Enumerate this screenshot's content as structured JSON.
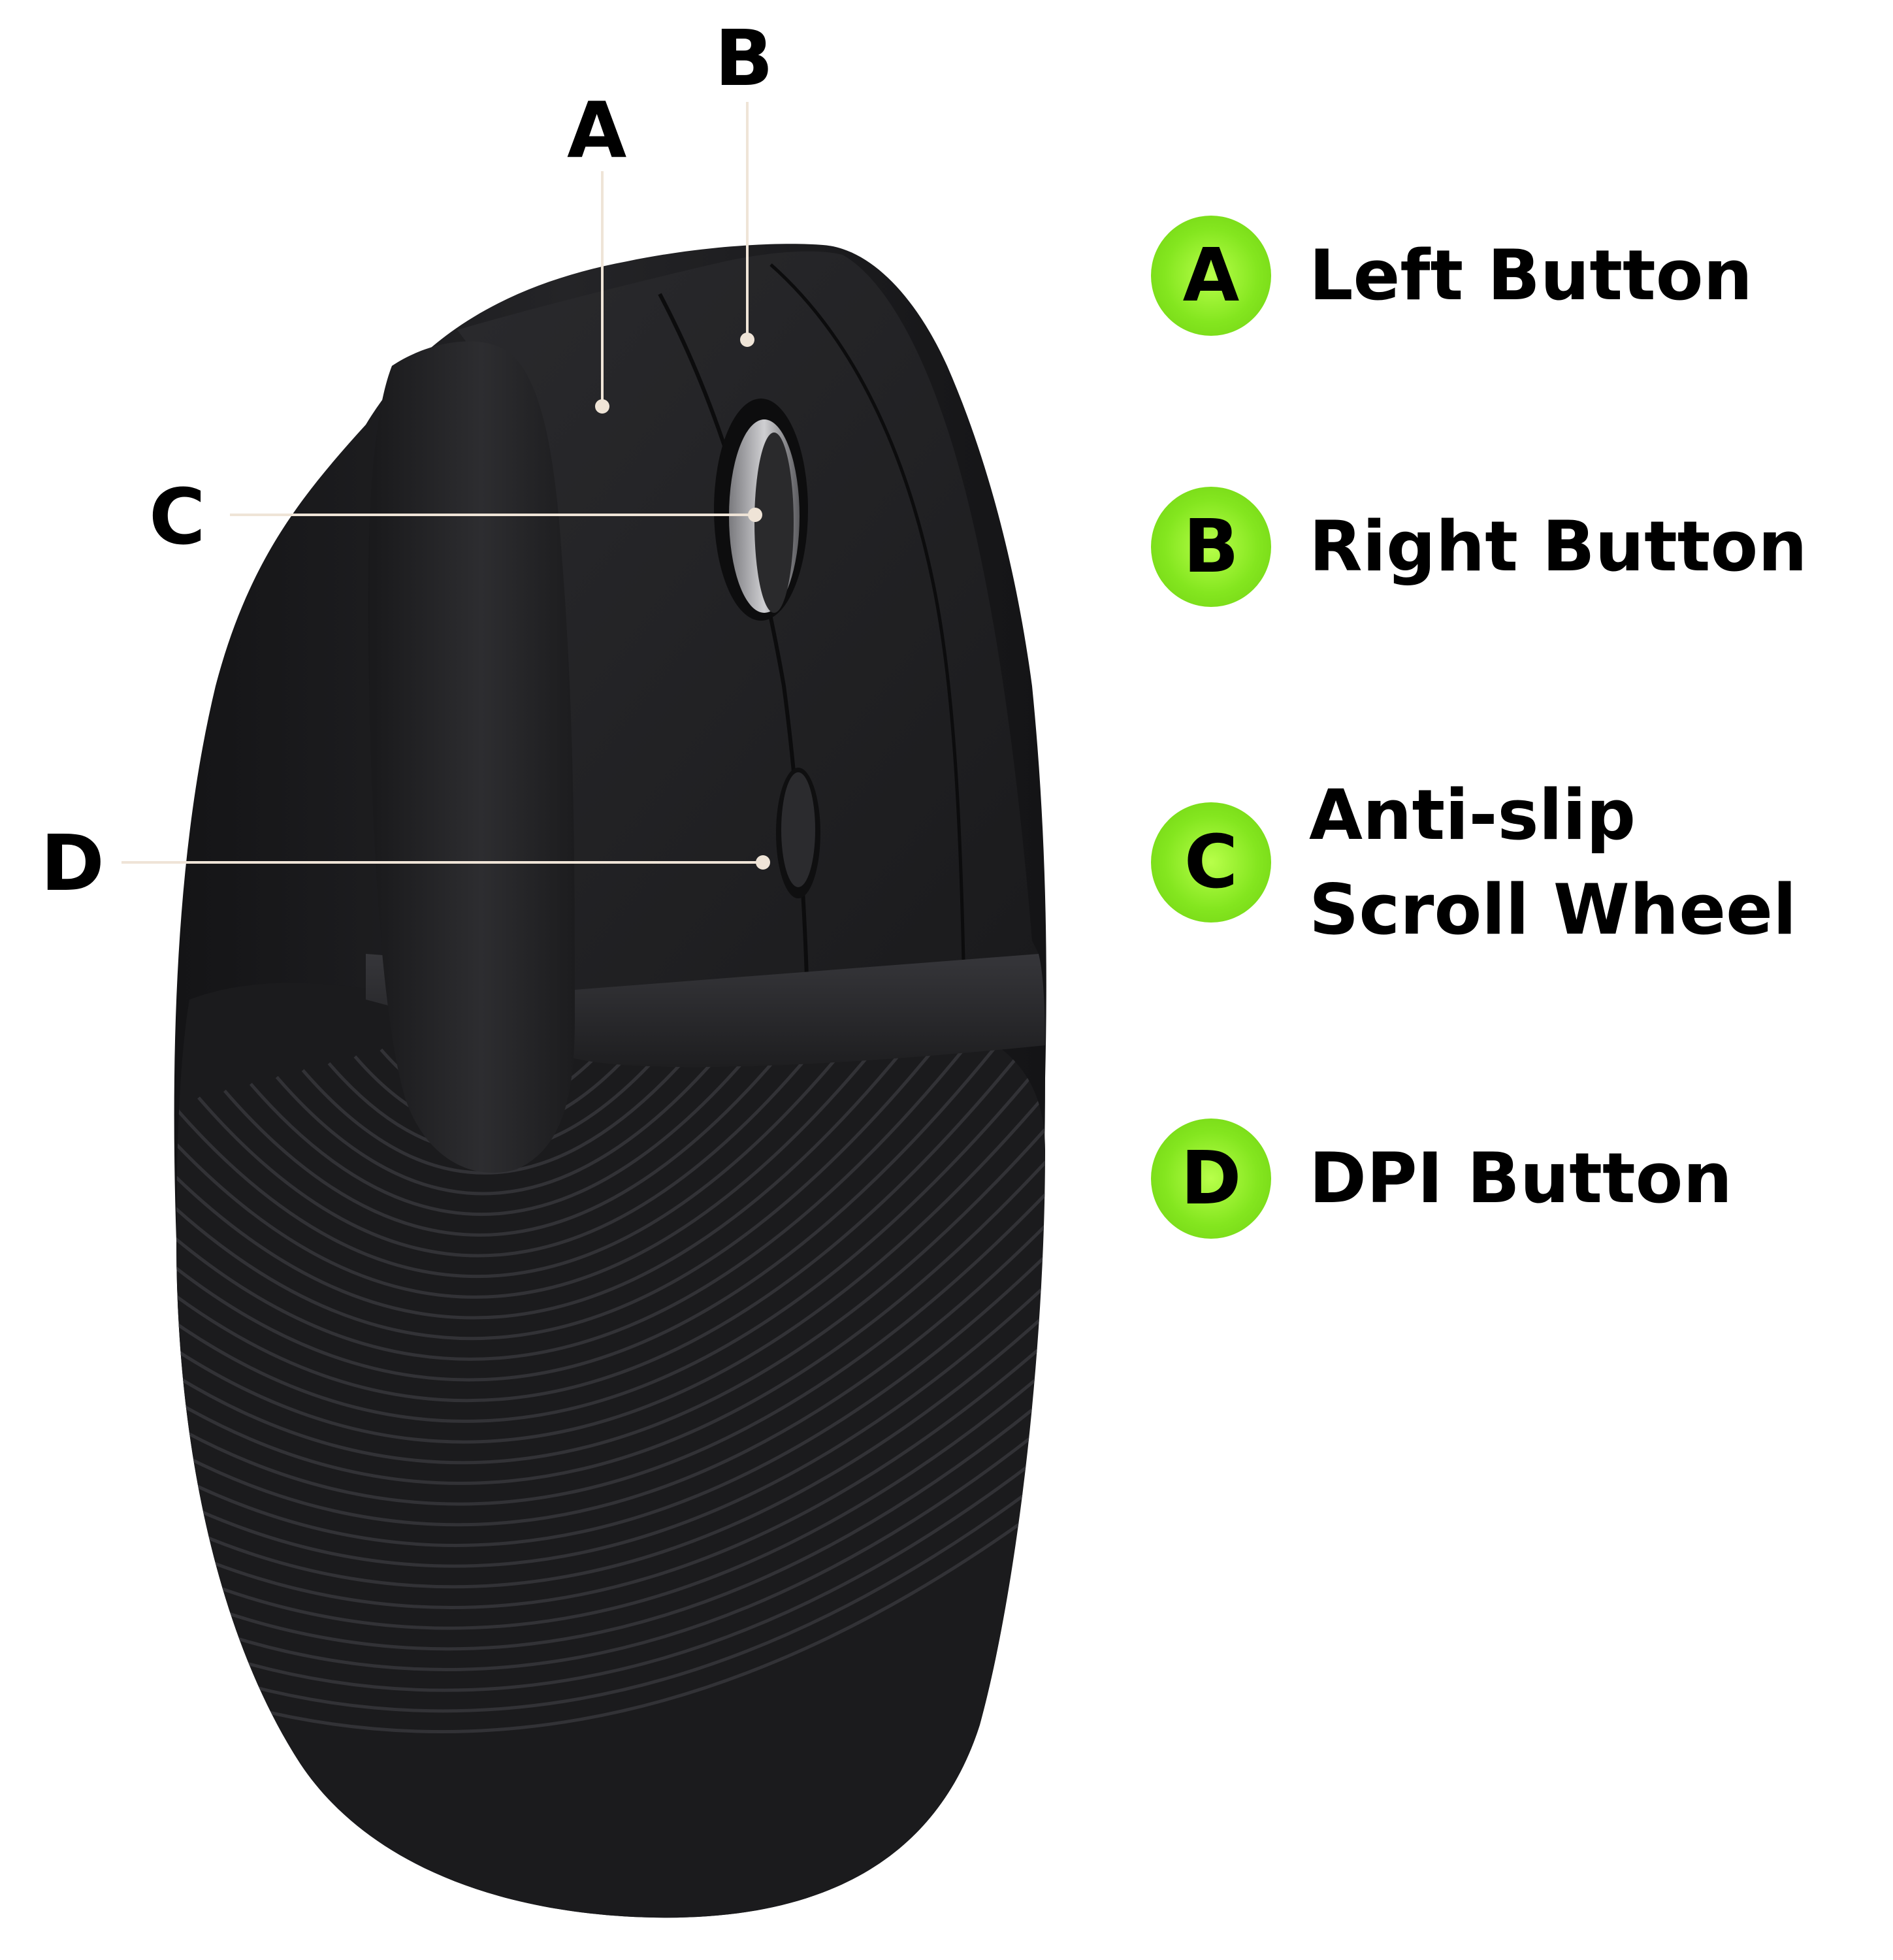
{
  "colors": {
    "badge_green": "#84e61f",
    "mouse_body": "#1f1f21",
    "leader_line": "#efe4d7"
  },
  "callouts": {
    "a": "A",
    "b": "B",
    "c": "C",
    "d": "D"
  },
  "legend": [
    {
      "letter": "A",
      "label": "Left Button"
    },
    {
      "letter": "B",
      "label": "Right Button"
    },
    {
      "letter": "C",
      "label": "Anti-slip\nScroll Wheel"
    },
    {
      "letter": "D",
      "label": "DPI Button"
    }
  ]
}
